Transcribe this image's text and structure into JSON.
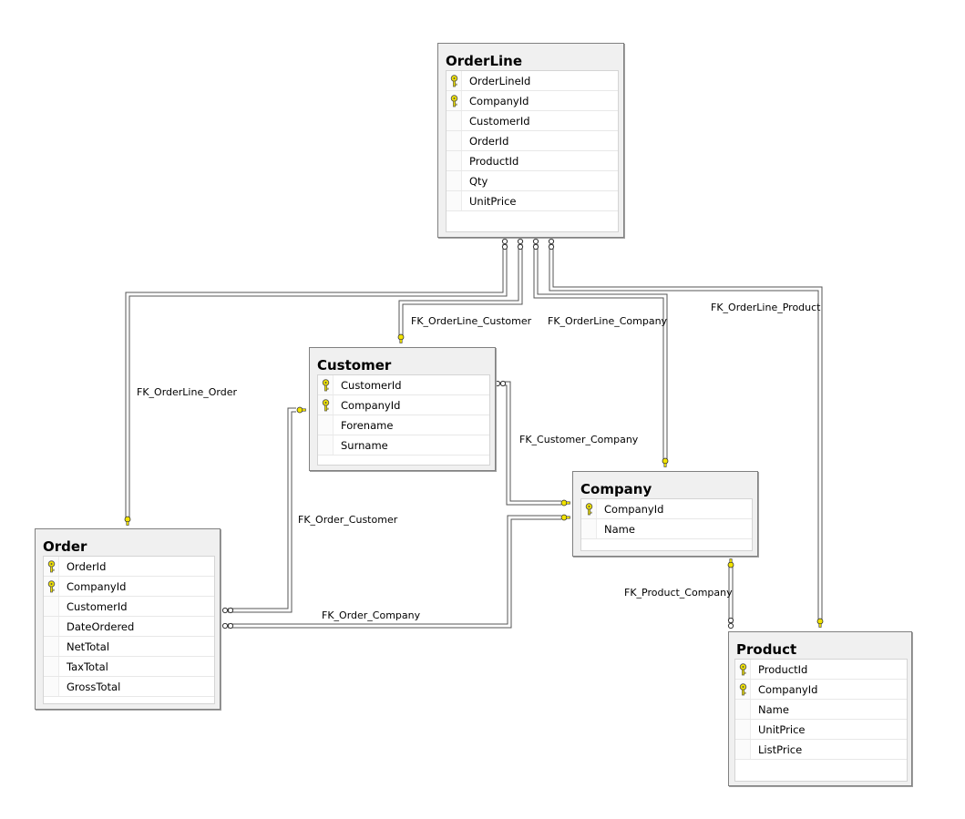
{
  "tables": {
    "orderline": {
      "name": "OrderLine",
      "columns": [
        {
          "name": "OrderLineId",
          "pk": true
        },
        {
          "name": "CompanyId",
          "pk": true
        },
        {
          "name": "CustomerId",
          "pk": false
        },
        {
          "name": "OrderId",
          "pk": false
        },
        {
          "name": "ProductId",
          "pk": false
        },
        {
          "name": "Qty",
          "pk": false
        },
        {
          "name": "UnitPrice",
          "pk": false
        }
      ]
    },
    "customer": {
      "name": "Customer",
      "columns": [
        {
          "name": "CustomerId",
          "pk": true
        },
        {
          "name": "CompanyId",
          "pk": true
        },
        {
          "name": "Forename",
          "pk": false
        },
        {
          "name": "Surname",
          "pk": false
        }
      ]
    },
    "company": {
      "name": "Company",
      "columns": [
        {
          "name": "CompanyId",
          "pk": true
        },
        {
          "name": "Name",
          "pk": false
        }
      ]
    },
    "order": {
      "name": "Order",
      "columns": [
        {
          "name": "OrderId",
          "pk": true
        },
        {
          "name": "CompanyId",
          "pk": true
        },
        {
          "name": "CustomerId",
          "pk": false
        },
        {
          "name": "DateOrdered",
          "pk": false
        },
        {
          "name": "NetTotal",
          "pk": false
        },
        {
          "name": "TaxTotal",
          "pk": false
        },
        {
          "name": "GrossTotal",
          "pk": false
        }
      ]
    },
    "product": {
      "name": "Product",
      "columns": [
        {
          "name": "ProductId",
          "pk": true
        },
        {
          "name": "CompanyId",
          "pk": true
        },
        {
          "name": "Name",
          "pk": false
        },
        {
          "name": "UnitPrice",
          "pk": false
        },
        {
          "name": "ListPrice",
          "pk": false
        }
      ]
    }
  },
  "relationships": {
    "orderline_order": "FK_OrderLine_Order",
    "orderline_customer": "FK_OrderLine_Customer",
    "orderline_company": "FK_OrderLine_Company",
    "orderline_product": "FK_OrderLine_Product",
    "customer_company": "FK_Customer_Company",
    "order_customer": "FK_Order_Customer",
    "order_company": "FK_Order_Company",
    "product_company": "FK_Product_Company"
  },
  "colors": {
    "key": "#f2e300",
    "line": "#555555"
  }
}
